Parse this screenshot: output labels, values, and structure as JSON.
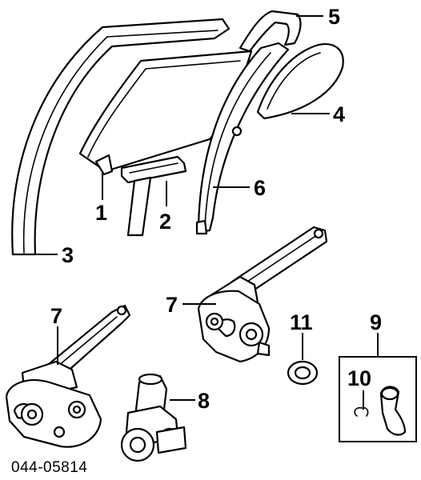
{
  "callouts": {
    "c1": "1",
    "c2": "2",
    "c3": "3",
    "c4": "4",
    "c5": "5",
    "c6": "6",
    "c7a": "7",
    "c7b": "7",
    "c8": "8",
    "c9": "9",
    "c10": "10",
    "c11": "11"
  },
  "diagram_code": "044-05814"
}
